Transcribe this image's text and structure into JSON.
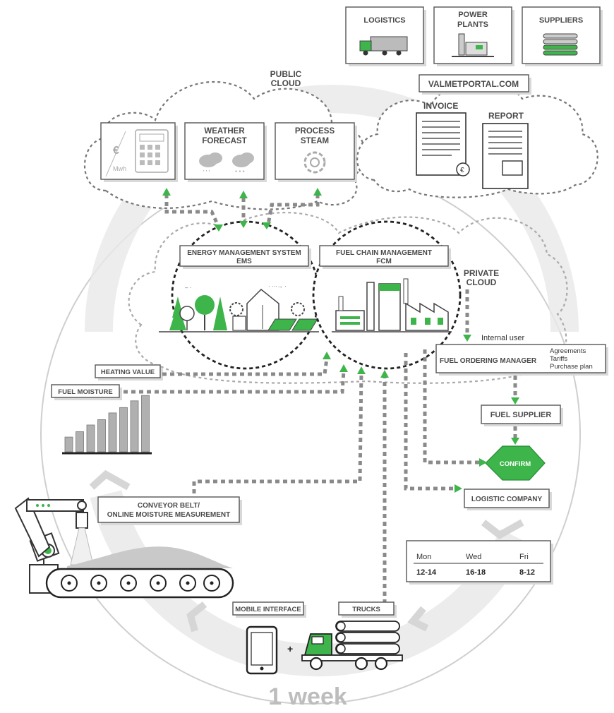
{
  "top_boxes": {
    "logistics": "LOGISTICS",
    "power_plants_1": "POWER",
    "power_plants_2": "PLANTS",
    "suppliers": "SUPPLIERS"
  },
  "public_cloud": {
    "line1": "PUBLIC",
    "line2": "CLOUD"
  },
  "portal": {
    "url": "VALMETPORTAL.COM",
    "invoice": "INVOICE",
    "report": "REPORT"
  },
  "services": {
    "price_currency": "€",
    "price_unit": "Mwh",
    "weather_1": "WEATHER",
    "weather_2": "FORECAST",
    "process_1": "PROCESS",
    "process_2": "STEAM"
  },
  "ems": {
    "line1": "ENERGY MANAGEMENT SYSTEM",
    "line2": "EMS"
  },
  "fcm": {
    "line1": "FUEL CHAIN MANAGEMENT",
    "line2": "FCM"
  },
  "private_cloud": {
    "line1": "PRIVATE",
    "line2": "CLOUD"
  },
  "internal_user": "Internal user",
  "fuel_ordering": {
    "title": "FUEL ORDERING MANAGER",
    "items": [
      "Agreements",
      "Tariffs",
      "Purchase plan"
    ]
  },
  "heating_value": "HEATING VALUE",
  "fuel_moisture": "FUEL MOISTURE",
  "fuel_supplier": "FUEL SUPPLIER",
  "confirm": "CONFIRM",
  "logistic_company": "LOGISTIC COMPANY",
  "conveyor": {
    "line1": "CONVEYOR BELT/",
    "line2": "ONLINE MOISTURE MEASUREMENT"
  },
  "schedule": {
    "days": [
      "Mon",
      "Wed",
      "Fri"
    ],
    "times": [
      "12-14",
      "16-18",
      "8-12"
    ]
  },
  "mobile_interface": "MOBILE INTERFACE",
  "trucks": "TRUCKS",
  "plus": "+",
  "cycle_label": "1 week",
  "moisture_bars": [
    0.22,
    0.3,
    0.4,
    0.48,
    0.58,
    0.66,
    0.76,
    0.84
  ],
  "colors": {
    "accent": "#3db54a",
    "dark": "#333333",
    "grey": "#888888"
  }
}
